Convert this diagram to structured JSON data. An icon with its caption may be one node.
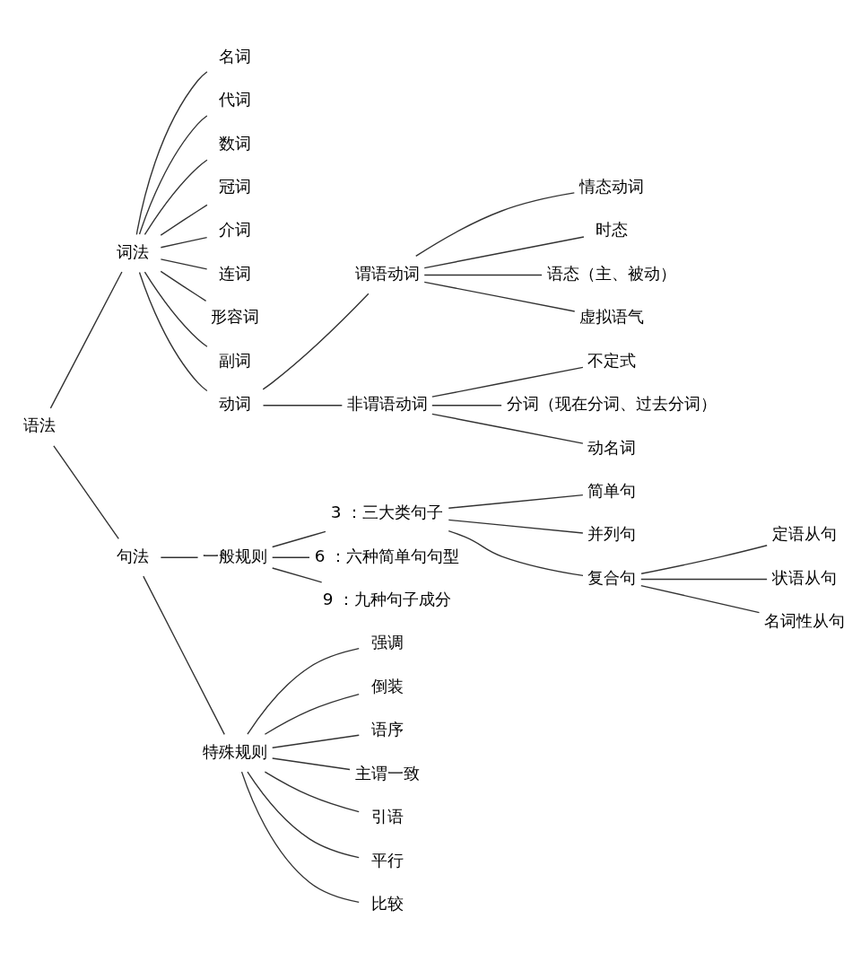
{
  "diagram": {
    "nodes": [
      {
        "text": [
          "语法"
        ]
      },
      {
        "text": [
          "词法"
        ]
      },
      {
        "text": [
          "名词"
        ]
      },
      {
        "text": [
          "代词"
        ]
      },
      {
        "text": [
          "数词"
        ]
      },
      {
        "text": [
          "冠词"
        ]
      },
      {
        "text": [
          "介词"
        ]
      },
      {
        "text": [
          "连词"
        ]
      },
      {
        "text": [
          "形容词"
        ]
      },
      {
        "text": [
          "副词"
        ]
      },
      {
        "text": [
          "动词"
        ]
      },
      {
        "text": [
          "谓语动词"
        ]
      },
      {
        "text": [
          "情态动词"
        ]
      },
      {
        "text": [
          "时态"
        ]
      },
      {
        "text": [
          "语态（主、被动）"
        ]
      },
      {
        "text": [
          "虚拟语气"
        ]
      },
      {
        "text": [
          "非谓语动词"
        ]
      },
      {
        "text": [
          "不定式"
        ]
      },
      {
        "text": [
          "分词（现在分词、过去分词）"
        ]
      },
      {
        "text": [
          "动名词"
        ]
      },
      {
        "text": [
          "句法"
        ]
      },
      {
        "text": [
          "一般规则"
        ]
      },
      {
        "text": [
          "3 ：三大类句子"
        ]
      },
      {
        "text": [
          "简单句"
        ]
      },
      {
        "text": [
          "并列句"
        ]
      },
      {
        "text": [
          "复合句"
        ]
      },
      {
        "text": [
          "定语从句"
        ]
      },
      {
        "text": [
          "状语从句"
        ]
      },
      {
        "text": [
          "名词性从句"
        ]
      },
      {
        "text": [
          "6 ：六种简单句句型"
        ]
      },
      {
        "text": [
          "9 ：九种句子成分"
        ]
      },
      {
        "text": [
          "特殊规则"
        ]
      },
      {
        "text": [
          "强调"
        ]
      },
      {
        "text": [
          "倒装"
        ]
      },
      {
        "text": [
          "语序"
        ]
      },
      {
        "text": [
          "主谓一致"
        ]
      },
      {
        "text": [
          "引语"
        ]
      },
      {
        "text": [
          "平行"
        ]
      },
      {
        "text": [
          "比较"
        ]
      }
    ],
    "edges": [
      {
        "from": 0,
        "to": 1,
        "arrow": "none"
      },
      {
        "from": 0,
        "to": 20,
        "arrow": "none"
      },
      {
        "from": 1,
        "to": 2,
        "arrow": "none"
      },
      {
        "from": 1,
        "to": 3,
        "arrow": "none"
      },
      {
        "from": 1,
        "to": 4,
        "arrow": "none"
      },
      {
        "from": 1,
        "to": 5,
        "arrow": "none"
      },
      {
        "from": 1,
        "to": 6,
        "arrow": "none"
      },
      {
        "from": 1,
        "to": 7,
        "arrow": "none"
      },
      {
        "from": 1,
        "to": 8,
        "arrow": "none"
      },
      {
        "from": 1,
        "to": 9,
        "arrow": "none"
      },
      {
        "from": 1,
        "to": 10,
        "arrow": "none"
      },
      {
        "from": 10,
        "to": 11,
        "arrow": "none"
      },
      {
        "from": 10,
        "to": 16,
        "arrow": "none"
      },
      {
        "from": 11,
        "to": 12,
        "arrow": "none"
      },
      {
        "from": 11,
        "to": 13,
        "arrow": "none"
      },
      {
        "from": 11,
        "to": 14,
        "arrow": "none"
      },
      {
        "from": 11,
        "to": 15,
        "arrow": "none"
      },
      {
        "from": 16,
        "to": 17,
        "arrow": "none"
      },
      {
        "from": 16,
        "to": 18,
        "arrow": "none"
      },
      {
        "from": 16,
        "to": 19,
        "arrow": "none"
      },
      {
        "from": 20,
        "to": 21,
        "arrow": "none"
      },
      {
        "from": 20,
        "to": 31,
        "arrow": "none"
      },
      {
        "from": 21,
        "to": 22,
        "arrow": "none"
      },
      {
        "from": 21,
        "to": 29,
        "arrow": "none"
      },
      {
        "from": 21,
        "to": 30,
        "arrow": "none"
      },
      {
        "from": 22,
        "to": 23,
        "arrow": "none"
      },
      {
        "from": 22,
        "to": 24,
        "arrow": "none"
      },
      {
        "from": 22,
        "to": 25,
        "arrow": "none"
      },
      {
        "from": 25,
        "to": 26,
        "arrow": "none"
      },
      {
        "from": 25,
        "to": 27,
        "arrow": "none"
      },
      {
        "from": 25,
        "to": 28,
        "arrow": "none"
      },
      {
        "from": 31,
        "to": 32,
        "arrow": "none"
      },
      {
        "from": 31,
        "to": 33,
        "arrow": "none"
      },
      {
        "from": 31,
        "to": 34,
        "arrow": "none"
      },
      {
        "from": 31,
        "to": 35,
        "arrow": "none"
      },
      {
        "from": 31,
        "to": 36,
        "arrow": "none"
      },
      {
        "from": 31,
        "to": 37,
        "arrow": "none"
      },
      {
        "from": 31,
        "to": 38,
        "arrow": "none"
      }
    ]
  }
}
